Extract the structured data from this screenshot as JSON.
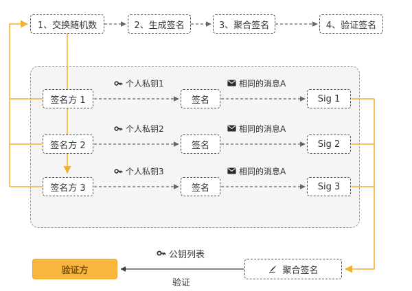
{
  "steps": [
    {
      "label": "1、交换随机数"
    },
    {
      "label": "2、生成签名"
    },
    {
      "label": "3、聚合签名"
    },
    {
      "label": "4、验证签名"
    }
  ],
  "rows": [
    {
      "signer": "签名方 1",
      "key_label": "个人私钥1",
      "sign_label": "签名",
      "message_label": "相同的消息A",
      "sig_label": "Sig 1"
    },
    {
      "signer": "签名方 2",
      "key_label": "个人私钥2",
      "sign_label": "签名",
      "message_label": "相同的消息A",
      "sig_label": "Sig 2"
    },
    {
      "signer": "签名方 3",
      "key_label": "个人私钥3",
      "sign_label": "签名",
      "message_label": "相同的消息A",
      "sig_label": "Sig 3"
    }
  ],
  "bottom": {
    "verifier_label": "验证方",
    "pubkey_label": "公钥列表",
    "verify_label": "验证",
    "aggregate_label": "聚合签名"
  },
  "icons": {
    "key": "key-icon",
    "mail": "mail-icon",
    "pen": "pen-icon"
  },
  "colors": {
    "accent": "#F3B031",
    "dashed_line": "#666666",
    "container_bg": "#F5F5F5",
    "verifier_bg": "#F8B63E",
    "verifier_border": "#EFA32B",
    "verifier_text": "#7A5414"
  }
}
